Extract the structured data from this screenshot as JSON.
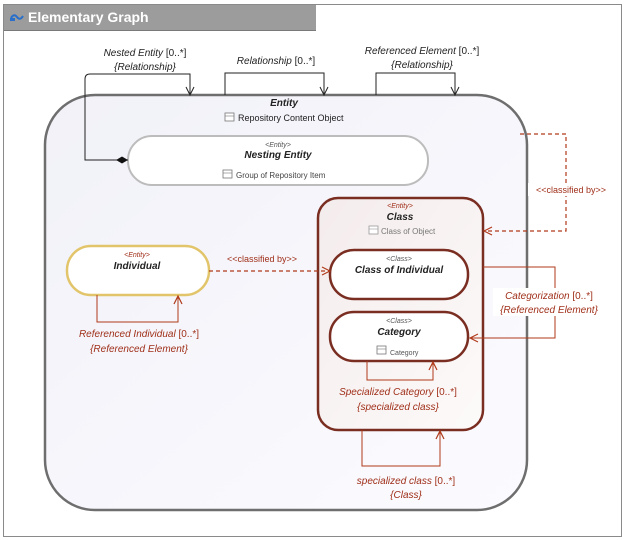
{
  "title": "Elementary Graph",
  "stereotypes": {
    "entity": "<Entity>",
    "class": "<Class>"
  },
  "nodes": {
    "entity": {
      "name": "Entity",
      "subtitle": "Repository Content Object"
    },
    "nesting_entity": {
      "name": "Nesting Entity",
      "subtitle": "Group of Repository Item"
    },
    "class": {
      "name": "Class",
      "subtitle": "Class of Object"
    },
    "individual": {
      "name": "Individual"
    },
    "class_of_individual": {
      "name": "Class of Individual"
    },
    "category": {
      "name": "Category",
      "subtitle": "Category"
    }
  },
  "edges": {
    "nested_entity": {
      "name": "Nested Entity",
      "mult": " [0..*]",
      "type": "{Relationship}"
    },
    "relationship": {
      "name": "Relationship",
      "mult": " [0..*]"
    },
    "referenced_element": {
      "name": "Referenced Element",
      "mult": " [0..*]",
      "type": "{Relationship}"
    },
    "classified_by_entity": {
      "label": "<<classified by>>"
    },
    "classified_by_individual": {
      "label": "<<classified by>>"
    },
    "categorization": {
      "name": "Categorization",
      "mult": " [0..*]",
      "type": "{Referenced Element}"
    },
    "referenced_individual": {
      "name": "Referenced Individual",
      "mult": " [0..*]",
      "type": "{Referenced Element}"
    },
    "specialized_category": {
      "name": "Specialized Category",
      "mult": " [0..*]",
      "type": "{specialized class}"
    },
    "specialized_class": {
      "name": "specialized class",
      "mult": " [0..*]",
      "type": "{Class}"
    }
  },
  "colors": {
    "entity_border": "#6e6e6e",
    "class_border": "#7a2e22",
    "individual_border": "#e2c56a",
    "nesting_border": "#bcbcbc",
    "relation_line": "#b03a1a",
    "label_red": "#a0301a",
    "title_bg": "#9c9c9c"
  },
  "icons": {
    "title": "diagram-icon",
    "element": "table-icon"
  }
}
